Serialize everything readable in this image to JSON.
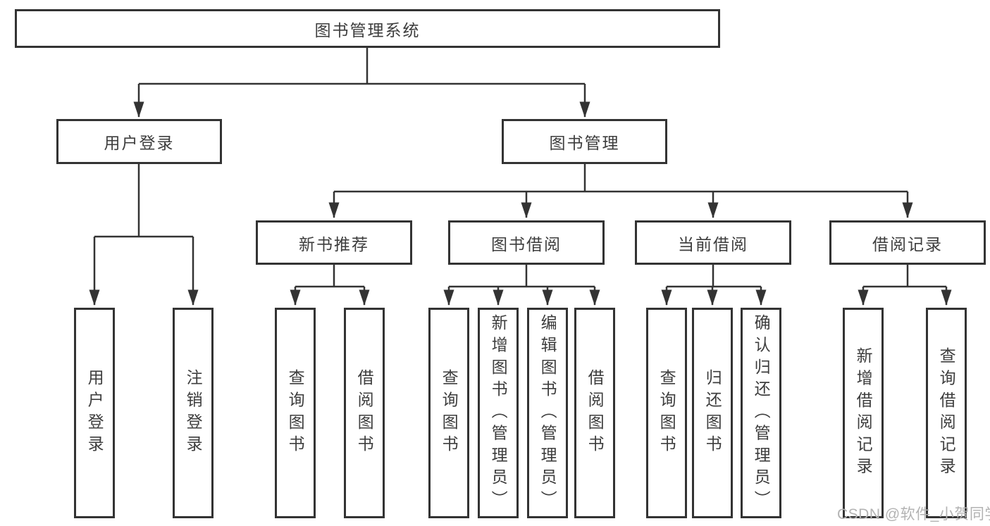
{
  "colors": {
    "line": "#333333",
    "box_border": "#333333",
    "text": "#3d3d3d",
    "watermark": "#b3b3b3",
    "background": "#ffffff"
  },
  "diagram": {
    "root": {
      "label": "图书管理系统"
    },
    "branches": [
      {
        "label": "用户登录",
        "children": [
          {
            "label": "用户登录"
          },
          {
            "label": "注销登录"
          }
        ]
      },
      {
        "label": "图书管理",
        "children": [
          {
            "label": "新书推荐",
            "children": [
              {
                "label": "查询图书"
              },
              {
                "label": "借阅图书"
              }
            ]
          },
          {
            "label": "图书借阅",
            "children": [
              {
                "label": "查询图书"
              },
              {
                "label": "新增图书（管理员）"
              },
              {
                "label": "编辑图书（管理员）"
              },
              {
                "label": "借阅图书"
              }
            ]
          },
          {
            "label": "当前借阅",
            "children": [
              {
                "label": "查询图书"
              },
              {
                "label": "归还图书"
              },
              {
                "label": "确认归还（管理员）"
              }
            ]
          },
          {
            "label": "借阅记录",
            "children": [
              {
                "label": "新增借阅记录"
              },
              {
                "label": "查询借阅记录"
              }
            ]
          }
        ]
      }
    ]
  },
  "watermark": {
    "text": "CSDN @软件_小贺同学"
  }
}
